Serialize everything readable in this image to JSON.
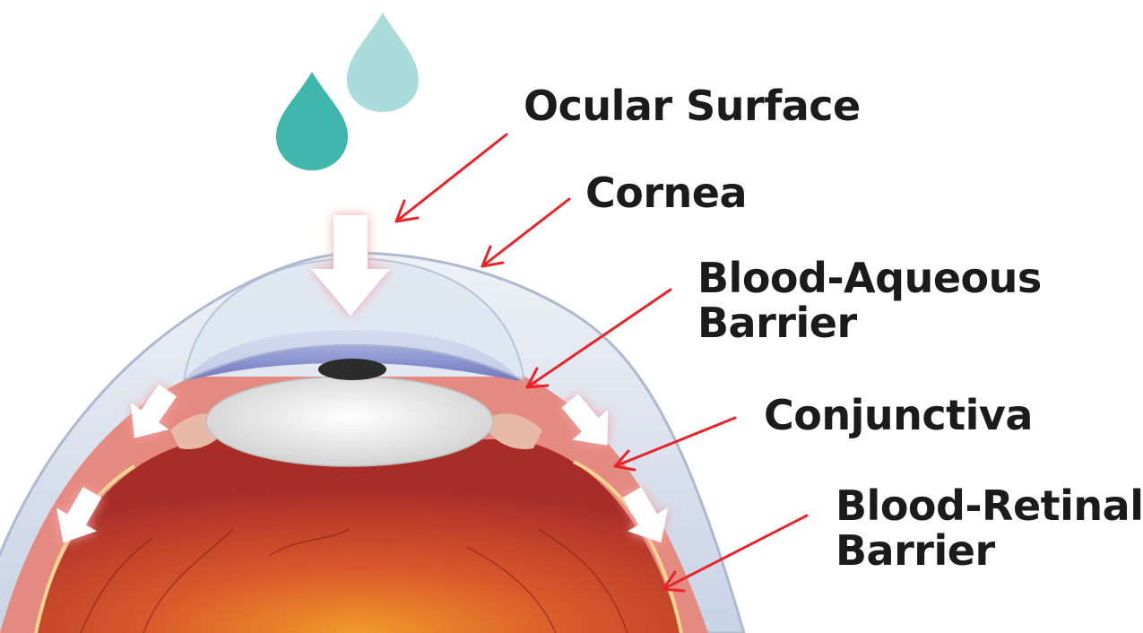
{
  "labels": {
    "ocular_surface": "Ocular Surface",
    "cornea": "Cornea",
    "blood_aqueous": [
      "Blood-Aqueous",
      "Barrier"
    ],
    "conjunctiva": "Conjunctiva",
    "blood_retinal": [
      "Blood-Retinal",
      "Barrier"
    ]
  },
  "colors": {
    "drop_dark": "#41b6ad",
    "drop_light": "#a9dcda",
    "pointer": "#e8242a",
    "label_text": "#1b1b1b",
    "eyeball": "#b8352c",
    "eyeball_inner": "#e07a2a",
    "iris": "#7d86c8",
    "lens": "#eeeeee",
    "sclera_layer": "#e58a80",
    "outer_membrane": "#c9d3e6"
  }
}
